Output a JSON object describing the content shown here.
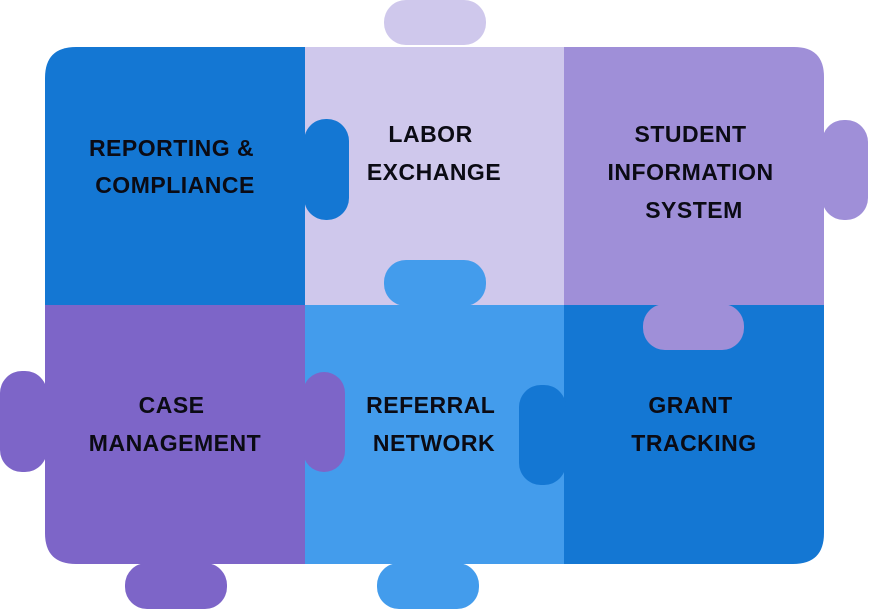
{
  "colors": {
    "dark_blue": "#1477d3",
    "light_lavender": "#cfc8ec",
    "lavender": "#9f8fd8",
    "purple": "#7d65c8",
    "sky_blue": "#439cec",
    "label_text": "#0b0b14"
  },
  "pieces": [
    {
      "id": "reporting-compliance",
      "lines": [
        "REPORTING &",
        "COMPLIANCE"
      ],
      "color": "#1477d3"
    },
    {
      "id": "labor-exchange",
      "lines": [
        "LABOR",
        "EXCHANGE"
      ],
      "color": "#cfc8ec"
    },
    {
      "id": "student-information-system",
      "lines": [
        "STUDENT",
        "INFORMATION",
        "SYSTEM"
      ],
      "color": "#9f8fd8"
    },
    {
      "id": "case-management",
      "lines": [
        "CASE",
        "MANAGEMENT"
      ],
      "color": "#7d65c8"
    },
    {
      "id": "referral-network",
      "lines": [
        "REFERRAL",
        "NETWORK"
      ],
      "color": "#439cec"
    },
    {
      "id": "grant-tracking",
      "lines": [
        "GRANT",
        "TRACKING"
      ],
      "color": "#1477d3"
    }
  ]
}
